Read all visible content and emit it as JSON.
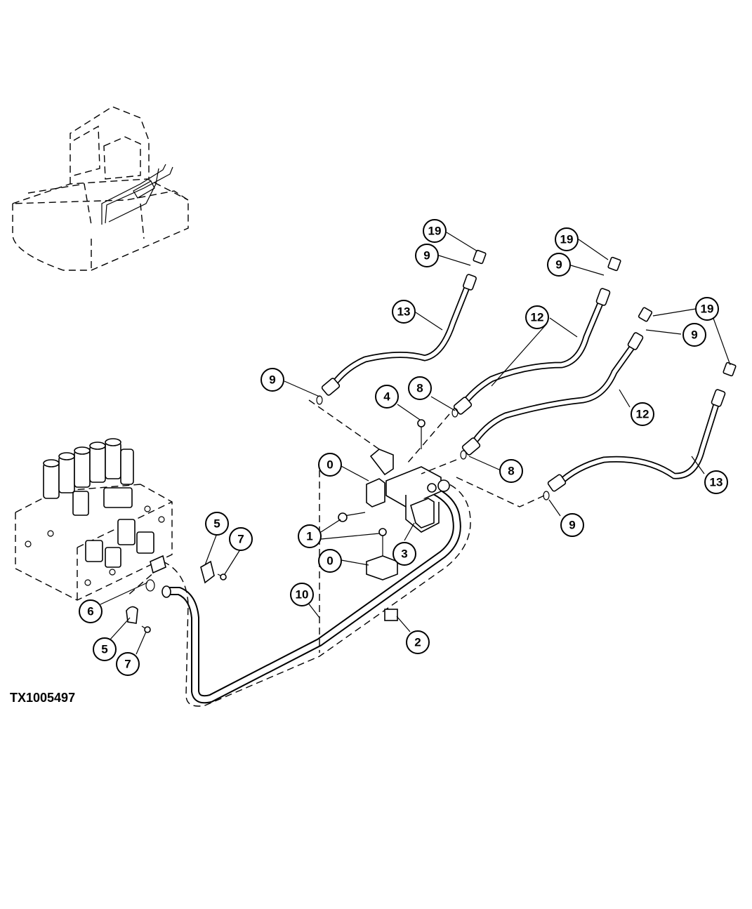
{
  "figure_id": "TX1005497",
  "callouts": [
    {
      "label": "19"
    },
    {
      "label": "9"
    },
    {
      "label": "13"
    },
    {
      "label": "19"
    },
    {
      "label": "9"
    },
    {
      "label": "12"
    },
    {
      "label": "19"
    },
    {
      "label": "9"
    },
    {
      "label": "9"
    },
    {
      "label": "4"
    },
    {
      "label": "8"
    },
    {
      "label": "12"
    },
    {
      "label": "0"
    },
    {
      "label": "8"
    },
    {
      "label": "13"
    },
    {
      "label": "1"
    },
    {
      "label": "3"
    },
    {
      "label": "9"
    },
    {
      "label": "0"
    },
    {
      "label": "5"
    },
    {
      "label": "7"
    },
    {
      "label": "10"
    },
    {
      "label": "6"
    },
    {
      "label": "2"
    },
    {
      "label": "5"
    },
    {
      "label": "7"
    }
  ]
}
